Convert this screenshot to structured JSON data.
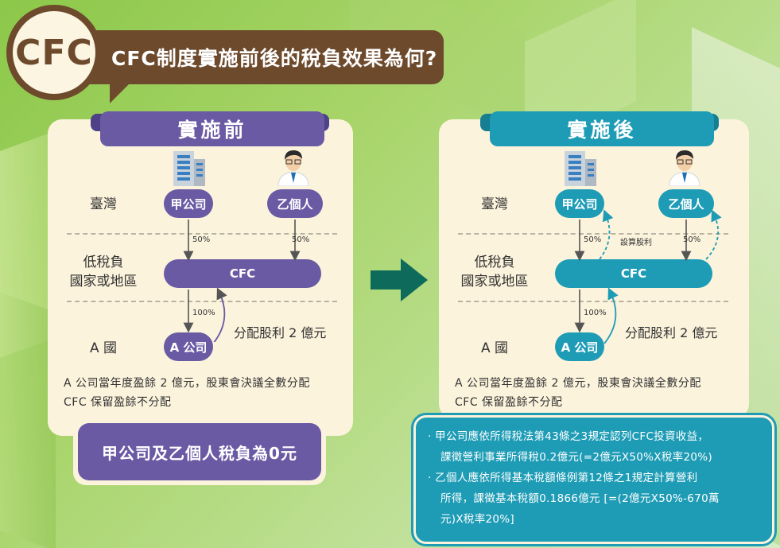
{
  "header": {
    "badge": "CFC",
    "title": "CFC制度實施前後的稅負效果為何?"
  },
  "before": {
    "title": "實施前",
    "row_labels": {
      "taiwan": "臺灣",
      "low_tax_1": "低稅負",
      "low_tax_2": "國家或地區",
      "country_a": "A 國"
    },
    "nodes": {
      "company_jia": "甲公司",
      "person_yi": "乙個人",
      "cfc": "CFC",
      "company_a": "A 公司"
    },
    "arrows": {
      "jia_pct": "50%",
      "yi_pct": "50%",
      "a_pct": "100%",
      "dividend": "分配股利 2 億元"
    },
    "notes": [
      "A 公司當年度盈餘 2 億元，股東會決議全數分配",
      "CFC 保留盈餘不分配"
    ],
    "result": "甲公司及乙個人稅負為0元"
  },
  "after": {
    "title": "實施後",
    "row_labels": {
      "taiwan": "臺灣",
      "low_tax_1": "低稅負",
      "low_tax_2": "國家或地區",
      "country_a": "A 國"
    },
    "nodes": {
      "company_jia": "甲公司",
      "person_yi": "乙個人",
      "cfc": "CFC",
      "company_a": "A 公司"
    },
    "arrows": {
      "jia_pct": "50%",
      "yi_pct": "50%",
      "deemed": "設算股利",
      "a_pct": "100%",
      "dividend": "分配股利 2 億元"
    },
    "notes": [
      "A 公司當年度盈餘 2 億元，股東會決議全數分配",
      "CFC 保留盈餘不分配"
    ],
    "result_lines": [
      "· 甲公司應依所得稅法第43條之3規定認列CFC投資收益，",
      "課徵營利事業所得稅0.2億元(=2億元X50%X稅率20%)",
      "· 乙個人應依所得基本稅額條例第12條之1規定計算營利",
      "所得，課徵基本稅額0.1866億元 [=(2億元X50%-670萬",
      "元)X稅率20%]"
    ]
  },
  "colors": {
    "before": "#6a5aa4",
    "after": "#1e9cb6",
    "header": "#6e4a2d",
    "arrow": "#0e6b5b"
  }
}
